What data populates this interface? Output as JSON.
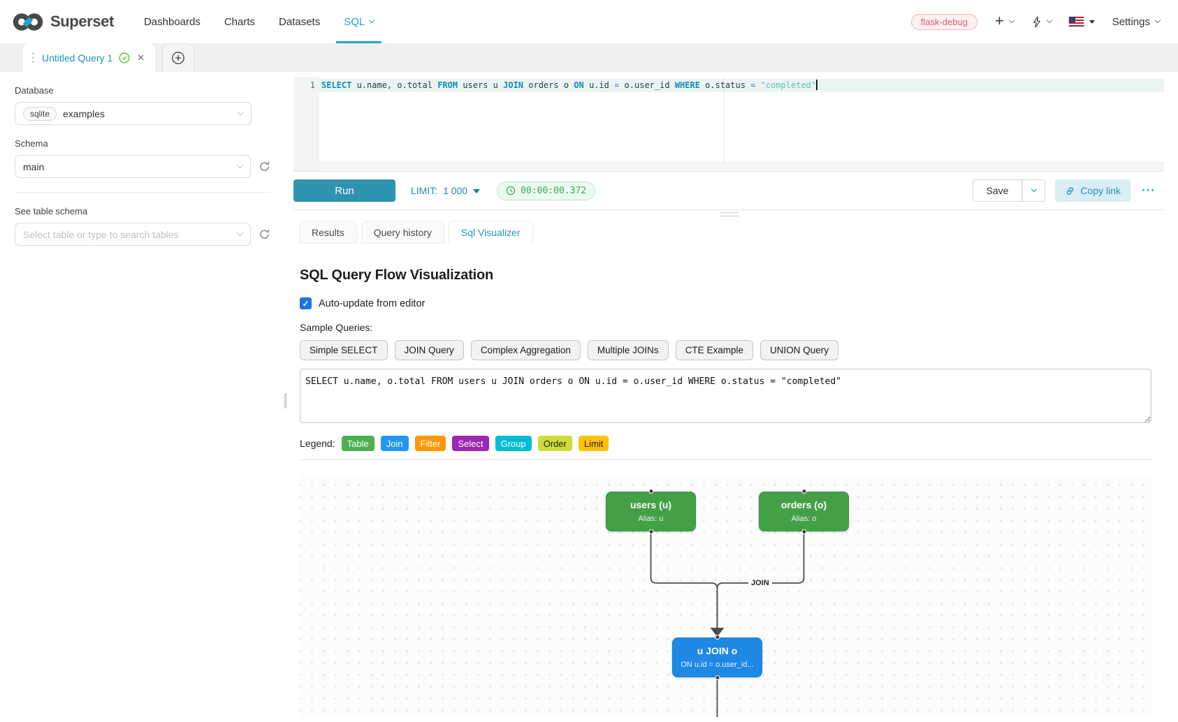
{
  "accent_color": "#20A7C9",
  "brand": {
    "name": "Superset"
  },
  "nav": {
    "items": [
      {
        "label": "Dashboards",
        "active": false
      },
      {
        "label": "Charts",
        "active": false
      },
      {
        "label": "Datasets",
        "active": false
      },
      {
        "label": "SQL",
        "active": true
      }
    ],
    "env_tag": "flask-debug",
    "settings_label": "Settings"
  },
  "query_tabs": {
    "active_tab_title": "Untitled Query 1"
  },
  "sidebar": {
    "database_label": "Database",
    "database_engine_badge": "sqlite",
    "database_value": "examples",
    "schema_label": "Schema",
    "schema_value": "main",
    "table_schema_label": "See table schema",
    "table_search_placeholder": "Select table or type to search tables"
  },
  "sql_editor": {
    "line_number": "1",
    "tokens": [
      {
        "type": "keyword",
        "text": "SELECT"
      },
      {
        "type": "plain",
        "text": " u.name, o.total "
      },
      {
        "type": "keyword",
        "text": "FROM"
      },
      {
        "type": "plain",
        "text": " users u "
      },
      {
        "type": "keyword",
        "text": "JOIN"
      },
      {
        "type": "plain",
        "text": " orders o "
      },
      {
        "type": "keyword",
        "text": "ON"
      },
      {
        "type": "plain",
        "text": " u.id "
      },
      {
        "type": "operator",
        "text": "="
      },
      {
        "type": "plain",
        "text": " o.user_id "
      },
      {
        "type": "keyword",
        "text": "WHERE"
      },
      {
        "type": "plain",
        "text": " o.status "
      },
      {
        "type": "operator",
        "text": "="
      },
      {
        "type": "plain",
        "text": " "
      },
      {
        "type": "string",
        "text": "\"completed\""
      }
    ]
  },
  "toolbar": {
    "run_label": "Run",
    "limit_label": "LIMIT:",
    "limit_value": "1 000",
    "elapsed_time": "00:00:00.372",
    "save_label": "Save",
    "copy_link_label": "Copy link",
    "more_label": "···"
  },
  "result_tabs": [
    {
      "label": "Results",
      "active": false
    },
    {
      "label": "Query history",
      "active": false
    },
    {
      "label": "Sql Visualizer",
      "active": true
    }
  ],
  "visualizer": {
    "title": "SQL Query Flow Visualization",
    "auto_update_label": "Auto-update from editor",
    "auto_update_checked": true,
    "sample_queries_label": "Sample Queries:",
    "sample_buttons": [
      "Simple SELECT",
      "JOIN Query",
      "Complex Aggregation",
      "Multiple JOINs",
      "CTE Example",
      "UNION Query"
    ],
    "query_text": "SELECT u.name, o.total FROM users u JOIN orders o ON u.id = o.user_id WHERE o.status = \"completed\"",
    "legend_label": "Legend:",
    "legend": [
      {
        "label": "Table",
        "color": "#4CAF50"
      },
      {
        "label": "Join",
        "color": "#2196F3"
      },
      {
        "label": "Filter",
        "color": "#FF9800"
      },
      {
        "label": "Select",
        "color": "#9C27B0"
      },
      {
        "label": "Group",
        "color": "#00BCD4"
      },
      {
        "label": "Order",
        "color": "#CDDC39"
      },
      {
        "label": "Limit",
        "color": "#FFC107"
      }
    ],
    "flow": {
      "edge_label": "JOIN",
      "nodes": [
        {
          "title": "users (u)",
          "subtitle": "Alias: u",
          "kind": "table",
          "color": "#43A047"
        },
        {
          "title": "orders (o)",
          "subtitle": "Alias: o",
          "kind": "table",
          "color": "#43A047"
        },
        {
          "title": "u JOIN o",
          "subtitle": "ON u.id = o.user_id...",
          "kind": "join",
          "color": "#1E88E5"
        }
      ]
    }
  }
}
